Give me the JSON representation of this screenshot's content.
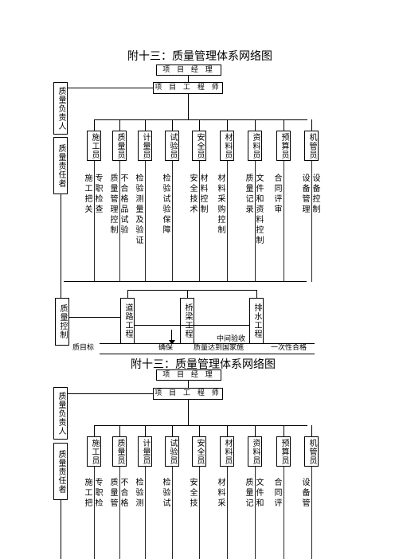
{
  "section1": {
    "title": "附十三：质量管理体系网络图",
    "project_manager": "项 目 经 理",
    "project_engineer": "项 目 工 程 师",
    "left_boxes": [
      "质量负责人",
      "质量责任者"
    ],
    "roles": [
      "施工员",
      "质量员",
      "计量员",
      "试验员",
      "安全员",
      "材料员",
      "资料员",
      "预算员",
      "机管员"
    ],
    "duty_columns": [
      [
        "施工把关",
        "专职检查"
      ],
      [
        "质量管理控制",
        "不合格品试验"
      ],
      [
        "检验测量及验证"
      ],
      [
        "检验试验保障"
      ],
      [
        "安全技术",
        "材料控制"
      ],
      [
        "材料采购控制"
      ],
      [
        "质量记录",
        "文件和资料控制"
      ],
      [
        "合同评审"
      ],
      [
        "设备管理",
        "设备控制"
      ]
    ],
    "control_box": "质量控制",
    "works": [
      "道路工程",
      "桥梁工程",
      "排水工程"
    ],
    "bottom_texts": [
      "质目标",
      "确保",
      "质量达到国家施",
      "中间验收",
      "一次性合格"
    ]
  },
  "section2": {
    "title": "附十三：质量管理体系网络图",
    "project_manager": "项 目 经 理",
    "project_engineer": "项 目 工 程 师",
    "left_boxes": [
      "质量负责人",
      "质量责任者"
    ],
    "roles": [
      "施工员",
      "质量员",
      "计量员",
      "试验员",
      "安全员",
      "材料员",
      "资料员",
      "预算员",
      "机管员"
    ],
    "duty_columns": [
      [
        "施工把",
        "专职检"
      ],
      [
        "质量管",
        "不合格"
      ],
      [
        "检验测"
      ],
      [
        "检验试"
      ],
      [
        "安全技"
      ],
      [
        "材料采"
      ],
      [
        "质量记",
        "文件和"
      ],
      [
        "合同评"
      ],
      [
        "设备管"
      ]
    ]
  }
}
